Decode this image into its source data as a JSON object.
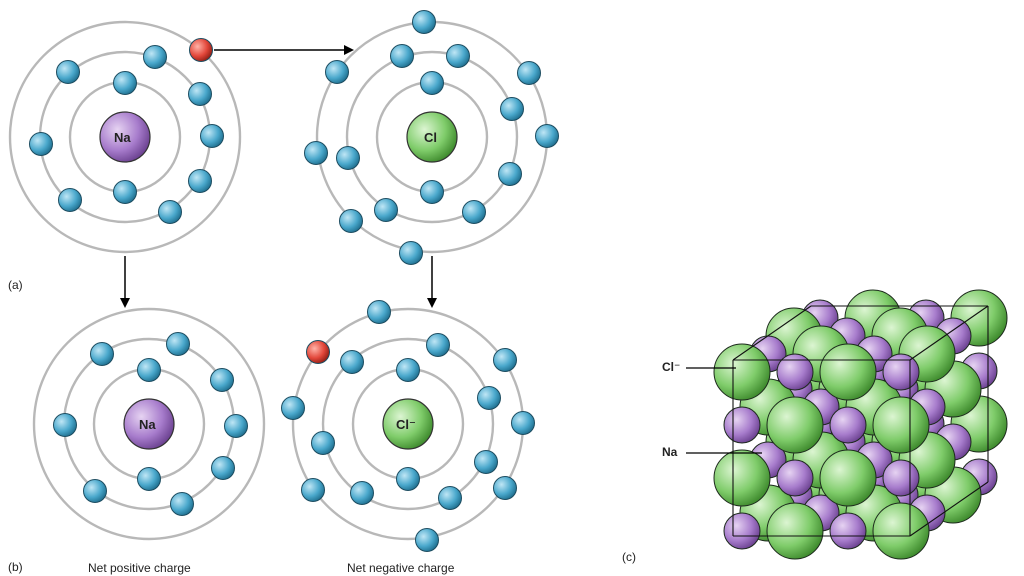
{
  "panel_labels": {
    "a": "(a)",
    "b": "(b)",
    "c": "(c)"
  },
  "atoms": {
    "na_atom": {
      "symbol": "Na"
    },
    "cl_atom": {
      "symbol": "Cl"
    },
    "na_ion": {
      "symbol": "Na"
    },
    "cl_ion": {
      "symbol": "Cl⁻"
    }
  },
  "captions": {
    "na_ion": "Net positive charge",
    "cl_ion": "Net negative charge"
  },
  "crystal_labels": {
    "chloride": "Cl⁻",
    "sodium": "Na"
  },
  "colors": {
    "shell": "#b8b8b8",
    "electron": "#4aa8cc",
    "transferred_electron": "#e2473a",
    "sodium": "#a77ccc",
    "chlorine": "#7fcc6a",
    "arrow": "#000000"
  }
}
